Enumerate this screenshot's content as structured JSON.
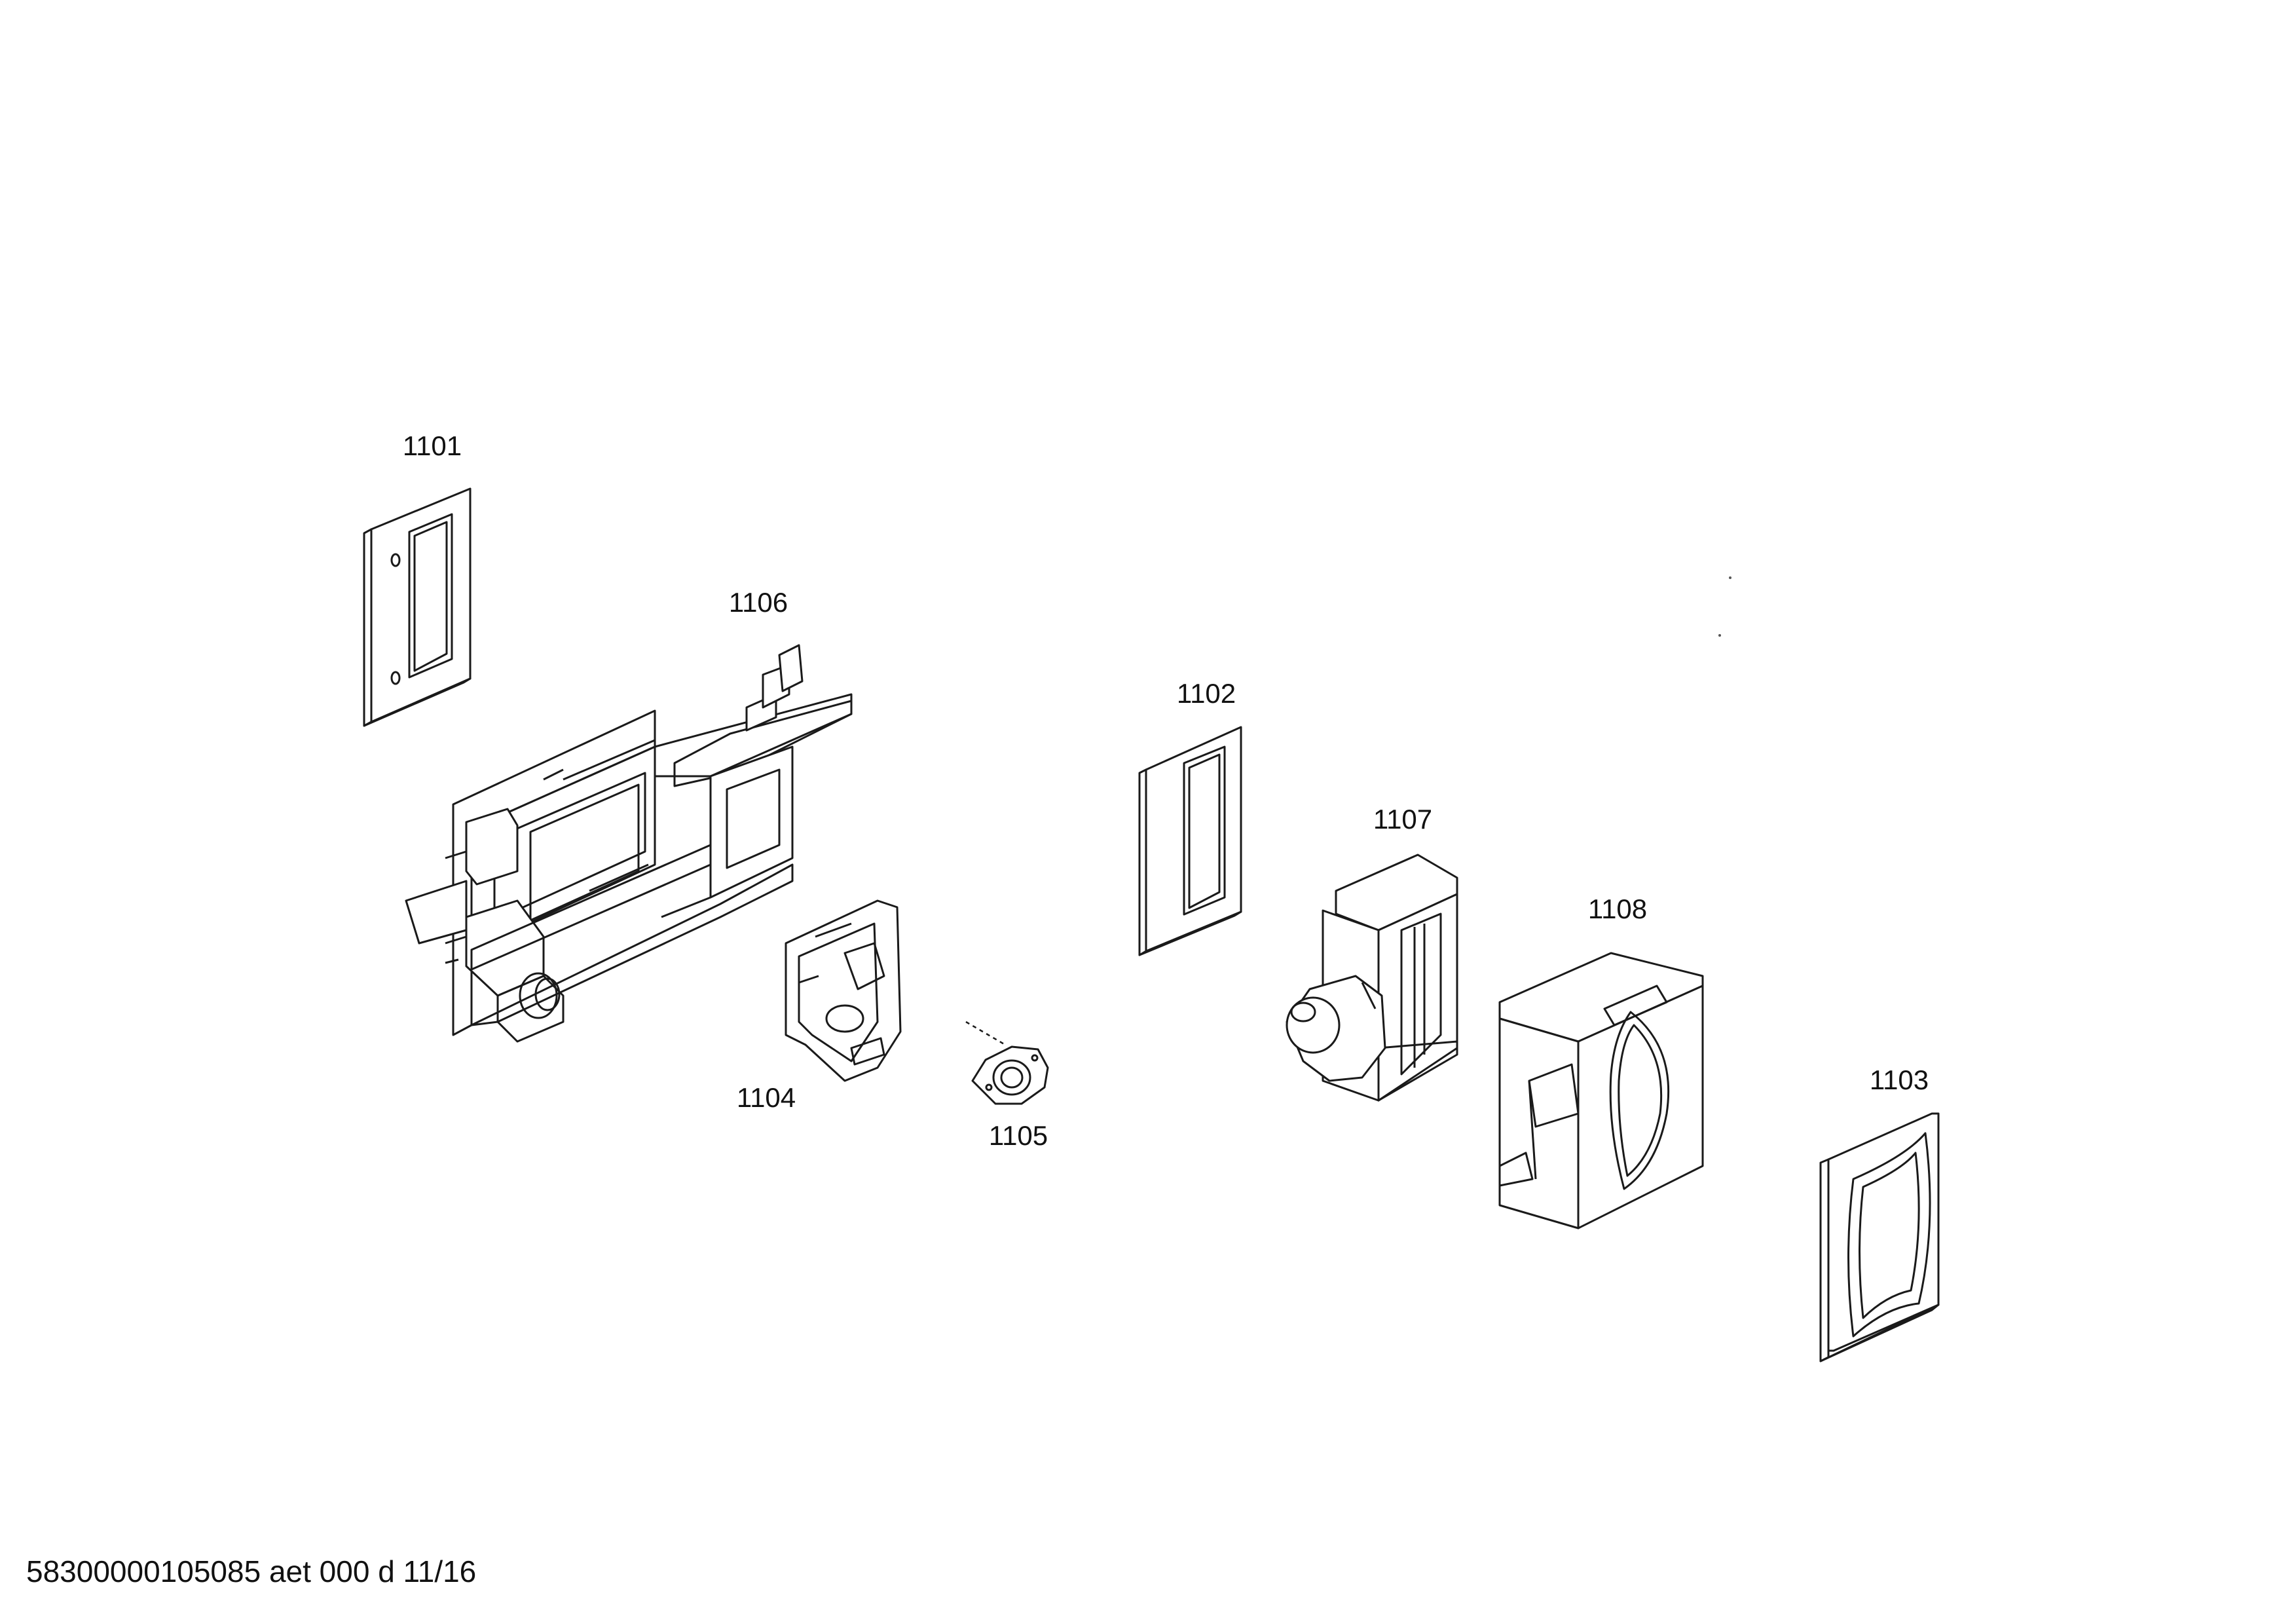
{
  "labels": {
    "p1101": "1101",
    "p1106": "1106",
    "p1102": "1102",
    "p1107": "1107",
    "p1108": "1108",
    "p1103": "1103",
    "p1104": "1104",
    "p1105": "1105"
  },
  "footer": "58300000105085 aet 000 d 11/16"
}
